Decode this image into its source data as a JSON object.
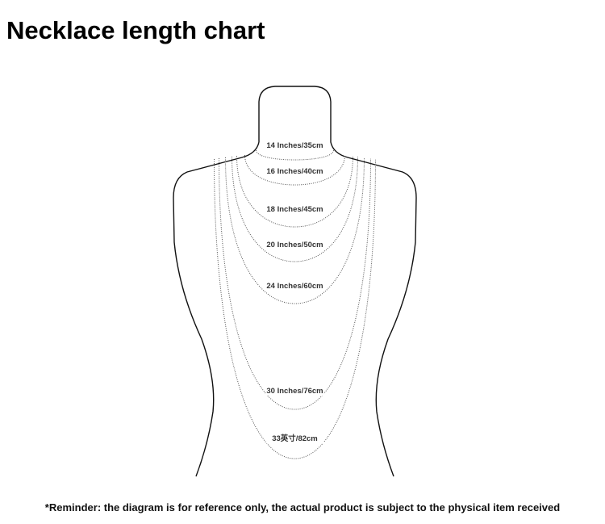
{
  "title": "Necklace length chart",
  "reminder": "*Reminder: the diagram is for reference only, the actual product is subject to the physical item received",
  "lengths": [
    {
      "label": "14 Inches/35cm",
      "inches": 14,
      "cm": 35
    },
    {
      "label": "16 Inches/40cm",
      "inches": 16,
      "cm": 40
    },
    {
      "label": "18 Inches/45cm",
      "inches": 18,
      "cm": 45
    },
    {
      "label": "20 Inches/50cm",
      "inches": 20,
      "cm": 50
    },
    {
      "label": "24 Inches/60cm",
      "inches": 24,
      "cm": 60
    },
    {
      "label": "30 Inches/76cm",
      "inches": 30,
      "cm": 76
    },
    {
      "label": "33英寸/82cm",
      "inches": 33,
      "cm": 82
    }
  ]
}
